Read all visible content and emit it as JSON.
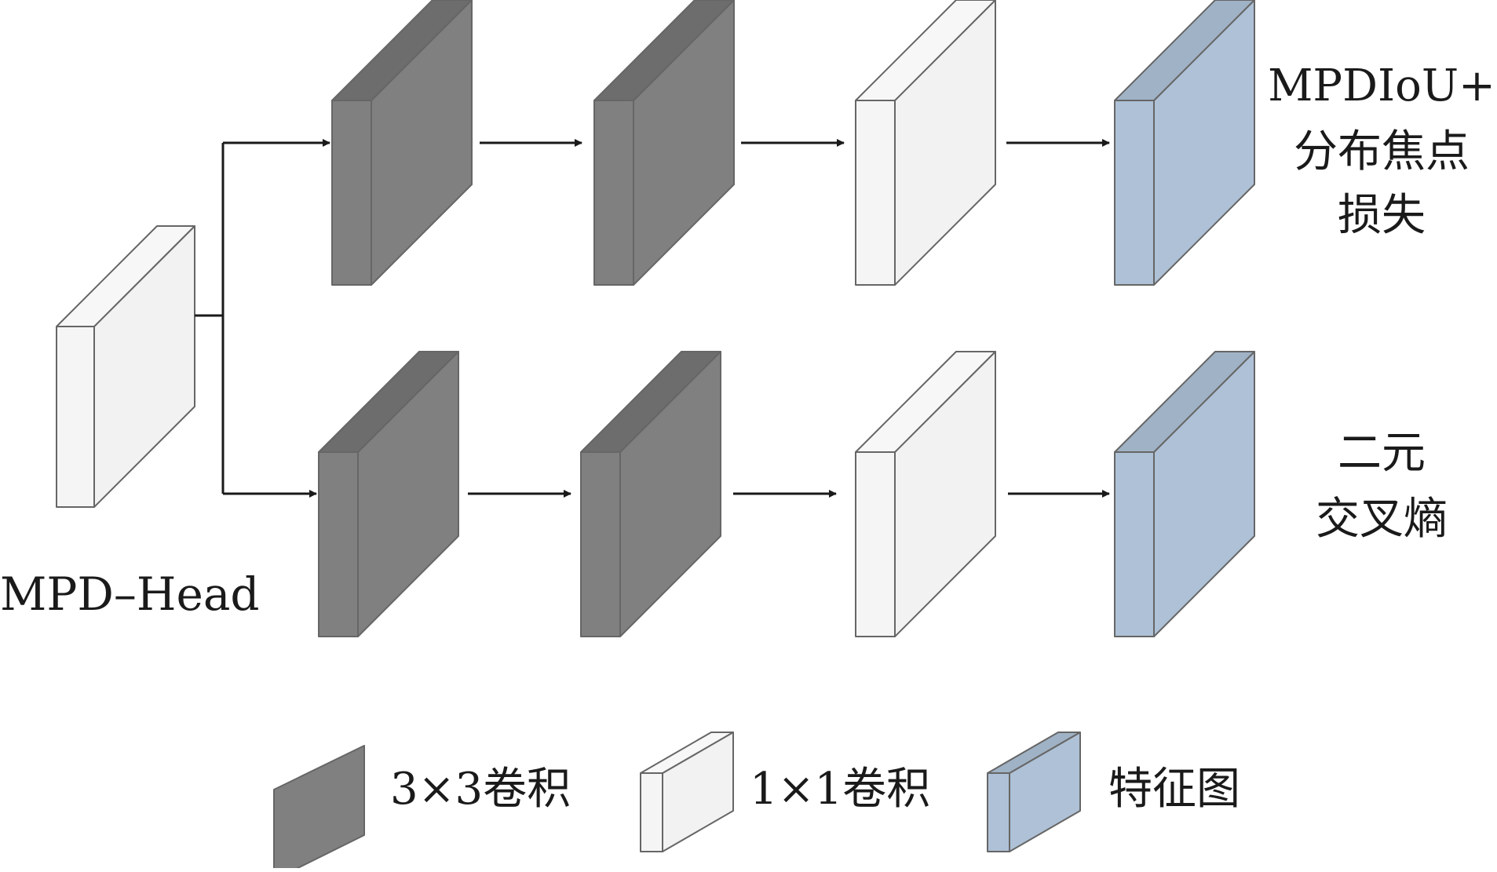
{
  "diagram": {
    "input_label": "MPD–Head",
    "top_branch_output": [
      "MPDIoU+",
      "分布焦点",
      "损失"
    ],
    "bottom_branch_output": [
      "二元",
      "交叉熵"
    ],
    "top_branch_blocks": [
      "conv3x3",
      "conv3x3",
      "conv1x1",
      "feature"
    ],
    "bottom_branch_blocks": [
      "conv3x3",
      "conv3x3",
      "conv1x1",
      "feature"
    ]
  },
  "legend": {
    "items": [
      {
        "kind": "conv3x3",
        "label": "3×3卷积"
      },
      {
        "kind": "conv1x1",
        "label": "1×1卷积"
      },
      {
        "kind": "feature",
        "label": "特征图"
      }
    ]
  },
  "colors": {
    "conv3x3": "#808080",
    "conv1x1": "#f2f2f2",
    "feature": "#aec1d6",
    "edge": "#666666",
    "arrow": "#1a1a1a"
  }
}
